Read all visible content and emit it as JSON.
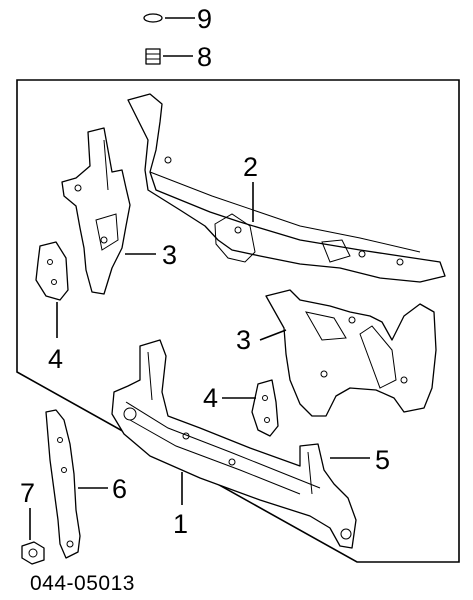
{
  "diagram": {
    "callouts": [
      {
        "id": "c9",
        "label": "9"
      },
      {
        "id": "c8",
        "label": "8"
      },
      {
        "id": "c2",
        "label": "2"
      },
      {
        "id": "c3a",
        "label": "3"
      },
      {
        "id": "c3b",
        "label": "3"
      },
      {
        "id": "c4a",
        "label": "4"
      },
      {
        "id": "c4b",
        "label": "4"
      },
      {
        "id": "c5",
        "label": "5"
      },
      {
        "id": "c6",
        "label": "6"
      },
      {
        "id": "c7",
        "label": "7"
      },
      {
        "id": "c1",
        "label": "1"
      }
    ],
    "drawing_code": "044-05013"
  }
}
